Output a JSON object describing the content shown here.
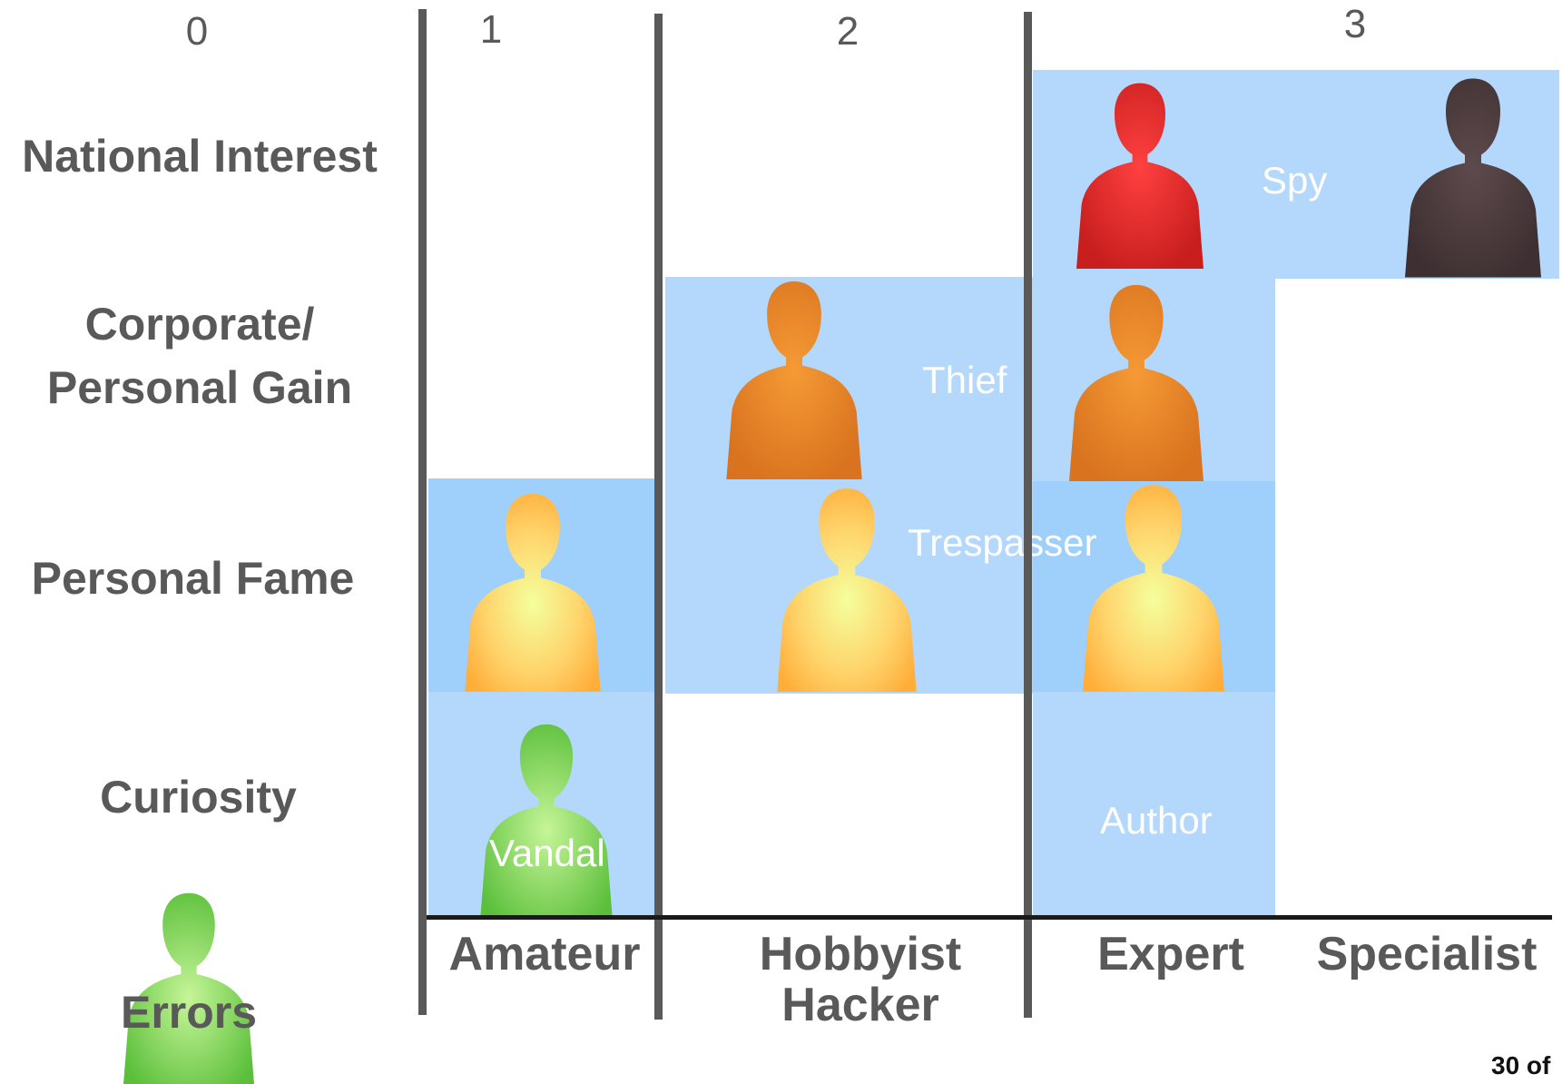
{
  "columns": {
    "numbers": [
      "0",
      "1",
      "2",
      "3"
    ],
    "labels": [
      "Amateur",
      "Hobbyist Hacker",
      "Expert",
      "Specialist"
    ]
  },
  "rows": {
    "labels": [
      "National Interest",
      "Corporate/ Personal Gain",
      "Personal Fame",
      "Curiosity"
    ]
  },
  "roles": {
    "spy": "Spy",
    "thief": "Thief",
    "trespasser": "Trespasser",
    "author": "Author",
    "vandal": "Vandal",
    "errors": "Errors"
  },
  "page_number": "30 of",
  "colors": {
    "cell_blue": "#b3d8fb",
    "line_gray": "#595959",
    "red": "#e83a3a",
    "dark": "#4e3d3f",
    "orange": "#e8862a",
    "yellow": "#ffc857",
    "green": "#7fd35a"
  }
}
